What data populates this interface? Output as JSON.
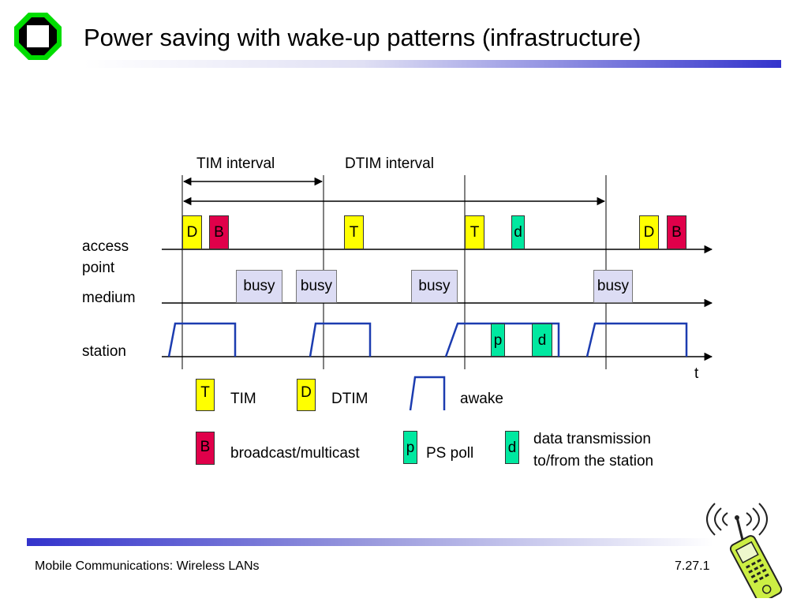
{
  "title": "Power saving with wake-up patterns (infrastructure)",
  "colors": {
    "yellow": "#ffff00",
    "crimson": "#e0004a",
    "green": "#00e8a0",
    "busy": "#dcdcf4",
    "line_blue": "#1c3cb0",
    "logo_green": "#00dd00",
    "accent_bar": "#3333cc"
  },
  "diagram": {
    "tim_interval": "TIM interval",
    "dtim_interval": "DTIM interval",
    "rows": {
      "access_point": "access point",
      "medium": "medium",
      "station": "station"
    },
    "time_label": "t",
    "ap_frames": [
      "D",
      "B",
      "T",
      "T",
      "d",
      "D",
      "B"
    ],
    "busy_label": "busy",
    "station_frames": [
      "p",
      "d"
    ]
  },
  "legend": {
    "tim_symbol": "T",
    "tim_label": "TIM",
    "dtim_symbol": "D",
    "dtim_label": "DTIM",
    "awake_label": "awake",
    "broadcast_symbol": "B",
    "broadcast_label": "broadcast/multicast",
    "pspoll_symbol": "p",
    "pspoll_label": "PS poll",
    "data_symbol": "d",
    "data_label_line1": "data transmission",
    "data_label_line2": "to/from the station"
  },
  "footer": {
    "left": "Mobile Communications: Wireless LANs",
    "right": "7.27.1"
  },
  "icons": [
    "university-logo-icon",
    "mobile-phone-icon"
  ]
}
